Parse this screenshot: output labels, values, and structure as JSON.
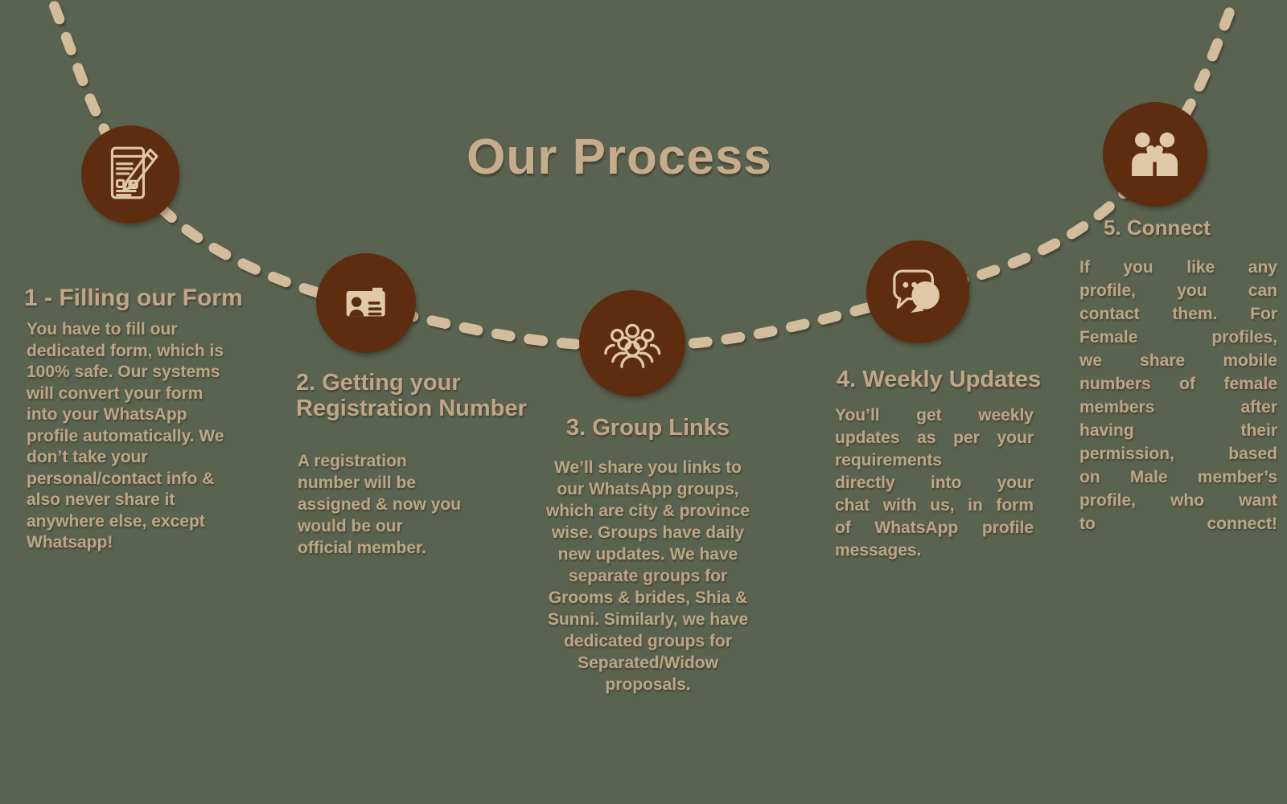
{
  "title": "Our Process",
  "colors": {
    "background": "#5a6350",
    "circle": "#5e2d10",
    "dash": "#d3bc9b",
    "icon": "#dfc9a8",
    "title_text": "#c6ac8c",
    "heading_text": "#c0a687",
    "body_text": "#bda686"
  },
  "steps": [
    {
      "icon": "form-pencil-icon",
      "heading": "1 - Filling our Form",
      "body": "You have to fill our\ndedicated form, which is\n100% safe. Our systems\nwill convert your form\ninto your WhatsApp\nprofile automatically. We\ndon’t take your\npersonal/contact info &\nalso never share it\nanywhere else, except\nWhatsapp!"
    },
    {
      "icon": "id-card-icon",
      "heading": "2. Getting your\nRegistration Number",
      "body": "A registration\nnumber will be\nassigned & now you\nwould be our\nofficial member."
    },
    {
      "icon": "people-group-icon",
      "heading": "3. Group Links",
      "body": "We’ll share you links to\nour WhatsApp groups,\nwhich are city & province\nwise. Groups have daily\nnew updates. We have\nseparate groups for\nGrooms & brides, Shia &\nSunni. Similarly, we have\ndedicated groups for\nSeparated/Widow\nproposals."
    },
    {
      "icon": "chat-bubbles-icon",
      "heading": "4. Weekly Updates",
      "body": "You’ll get weekly\nupdates as per your\nrequirements\ndirectly into your\nchat with us, in form\nof WhatsApp profile\nmessages."
    },
    {
      "icon": "connect-people-icon",
      "heading": "5. Connect",
      "body": "If you like any\nprofile, you can\ncontact them. For\nFemale profiles,\nwe share mobile\nnumbers of female\nmembers after\nhaving their\npermission, based\non Male member’s\nprofile, who want\nto connect!"
    }
  ]
}
